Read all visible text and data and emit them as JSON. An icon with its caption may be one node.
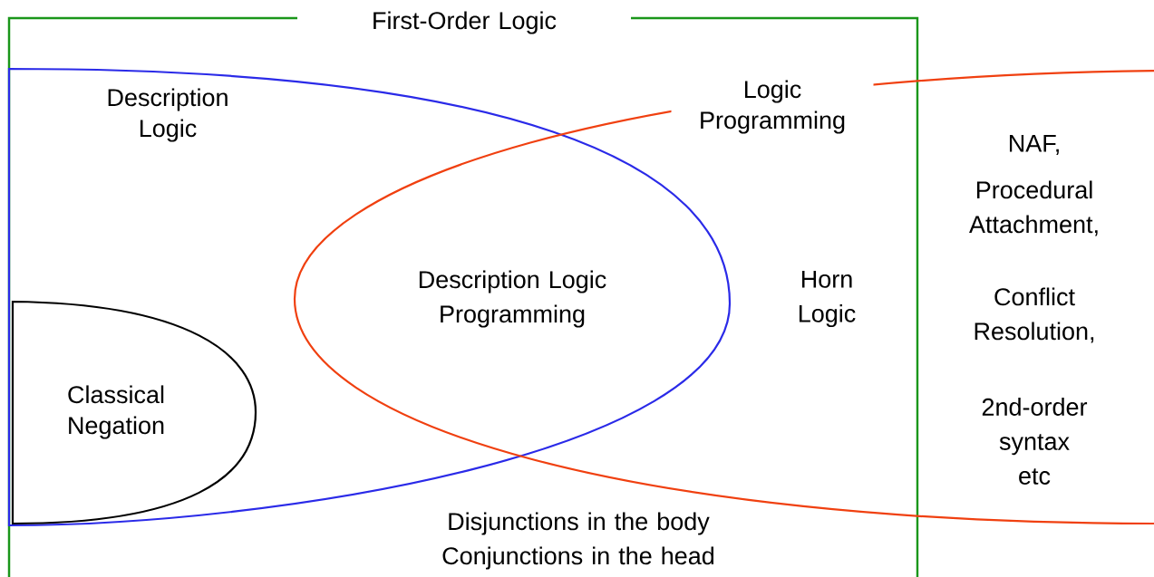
{
  "diagram": {
    "nodes": [
      {
        "text": [
          "First-Order Logic"
        ]
      },
      {
        "text": [
          "Description Logic"
        ],
        "in": 0
      },
      {
        "text": [
          "Logic Programming"
        ]
      },
      {
        "text": [
          "Classical Negation"
        ],
        "in": 1
      }
    ],
    "labels": [
      "Description Logic Programming",
      "Horn Logic",
      "NAF,",
      "Procedural Attachment,",
      "Conflict Resolution,",
      "2nd-order syntax etc",
      "Disjunctions in the body Conjunctions in the head"
    ]
  }
}
